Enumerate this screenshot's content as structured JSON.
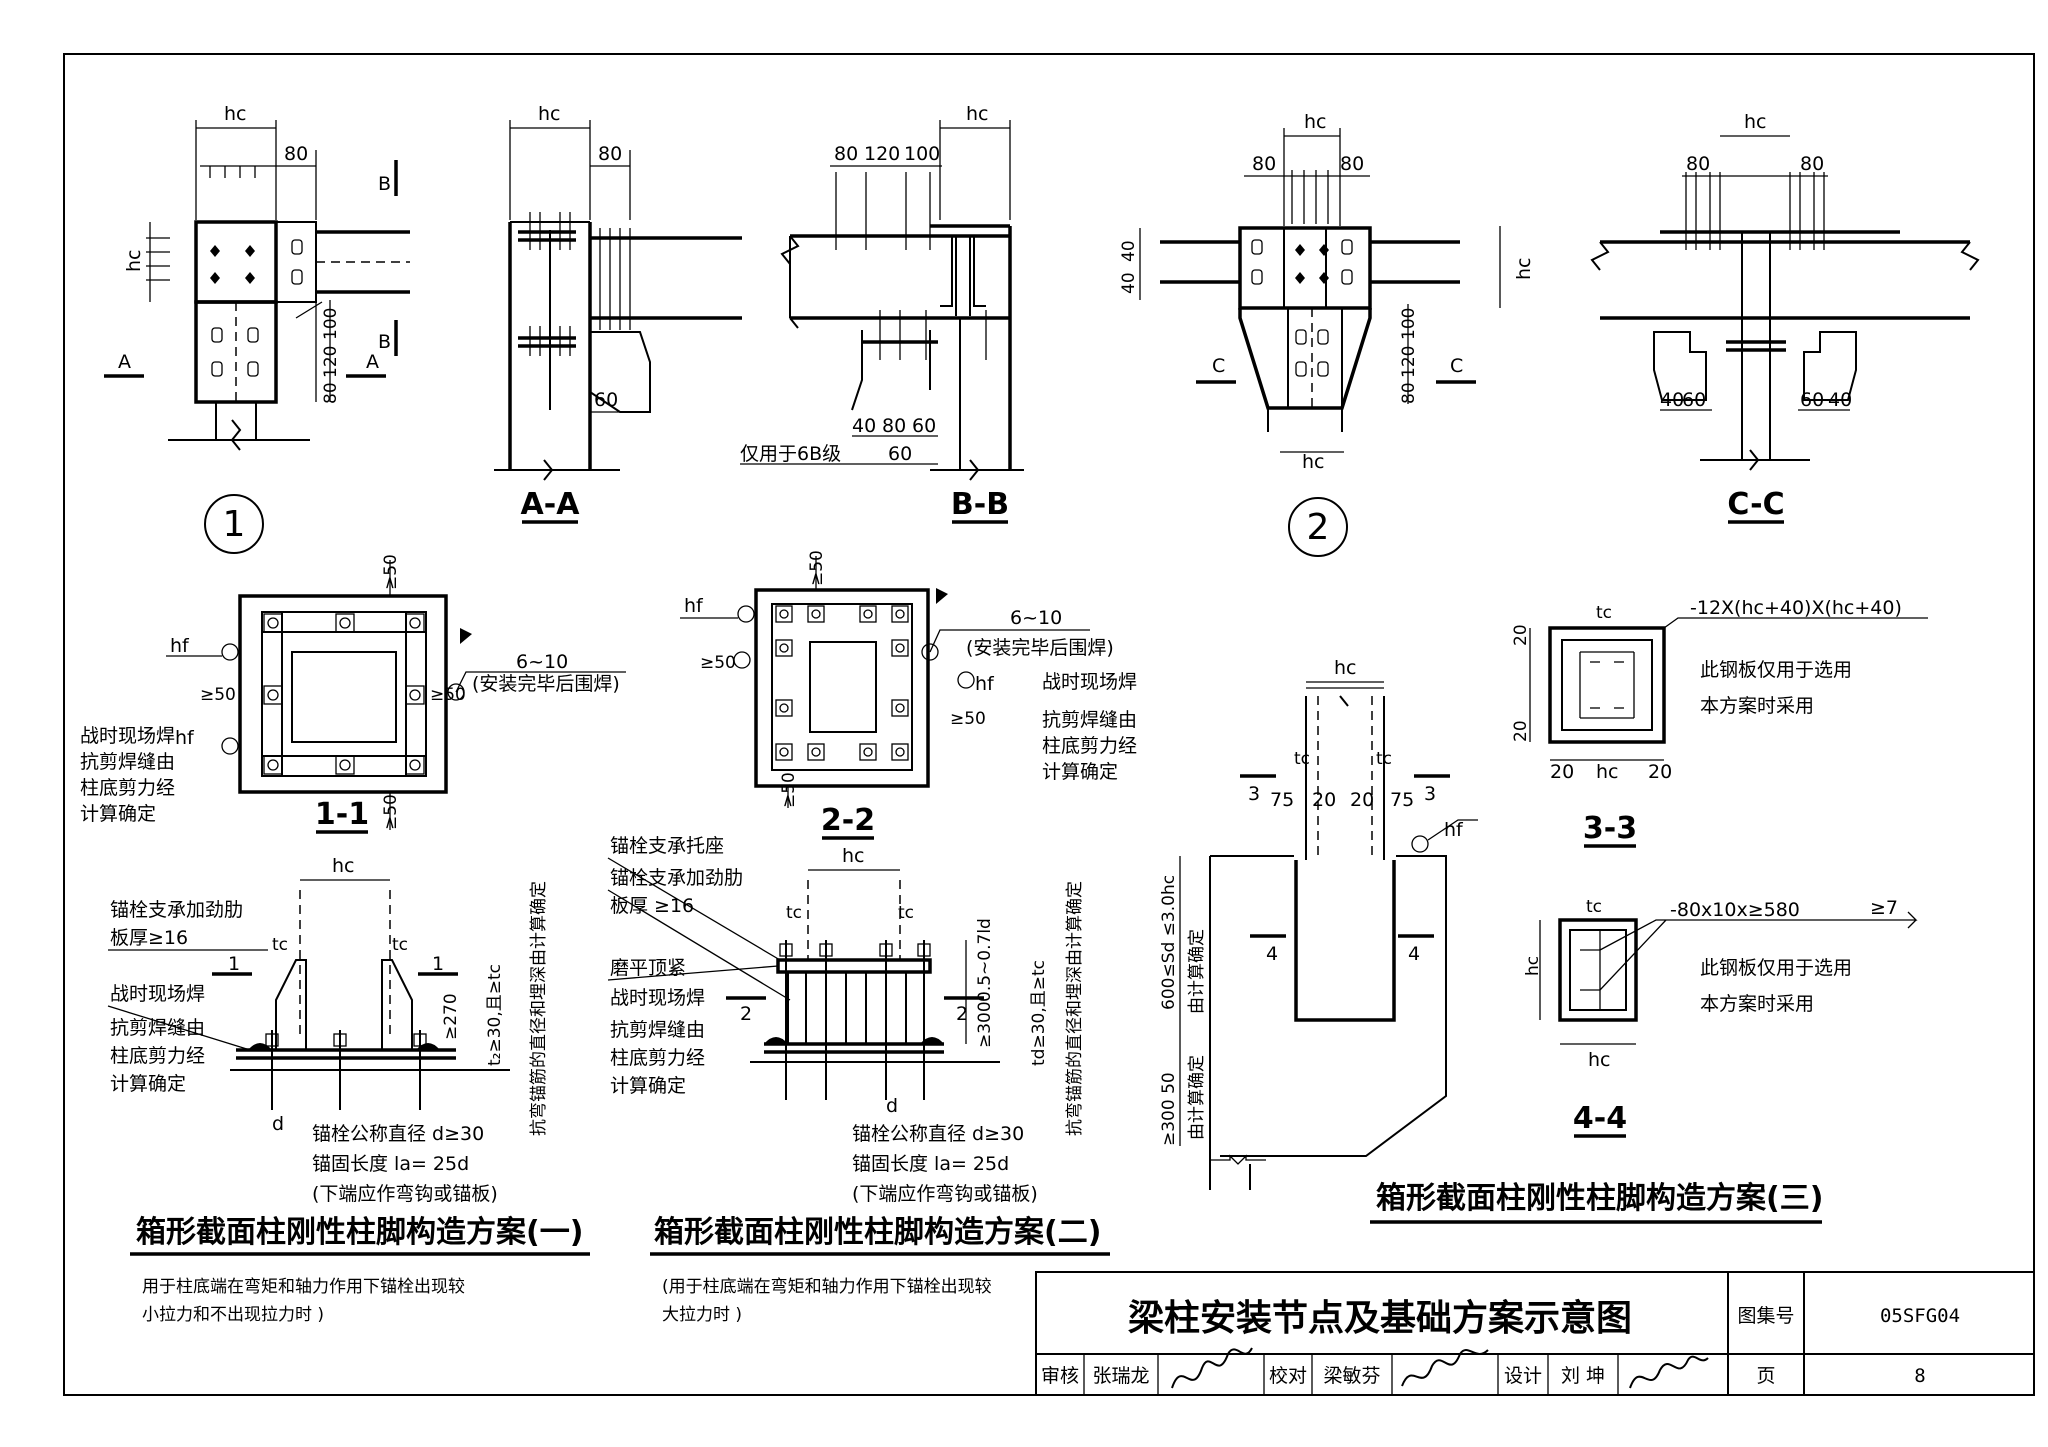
{
  "sheet": {
    "title": "梁柱安装节点及基础方案示意图",
    "atlas_label": "图集号",
    "atlas_no": "05SFG04",
    "page_label": "页",
    "page_no": "8",
    "review_label": "审核",
    "reviewer": "张瑞龙",
    "check_label": "校对",
    "checker": "梁敏芬",
    "design_label": "设计",
    "designer": "刘 坤"
  },
  "detail1": {
    "mark": "1",
    "hc": "hc",
    "dim80": "80",
    "dims_v": [
      "100",
      "120",
      "80"
    ],
    "cut_a": "A",
    "cut_b": "B"
  },
  "sectionAA": {
    "label": "A-A",
    "hc": "hc",
    "dim80": "80",
    "dim60": "60"
  },
  "sectionBB": {
    "label": "B-B",
    "hc": "hc",
    "dims_top": [
      "80",
      "120",
      "100"
    ],
    "dims_bot": [
      "40",
      "80",
      "60"
    ],
    "dim60": "60",
    "note": "仅用于6B级"
  },
  "detail2": {
    "mark": "2",
    "hc": "hc",
    "dim80a": "80",
    "dim80b": "80",
    "dims_left": [
      "40",
      "40"
    ],
    "dims_v": [
      "100",
      "120",
      "80"
    ],
    "cut_c": "C"
  },
  "sectionCC": {
    "label": "C-C",
    "hc": "hc",
    "dim80a": "80",
    "dim80b": "80",
    "dims_bl": [
      "40",
      "60"
    ],
    "dims_br": [
      "60",
      "40"
    ]
  },
  "sec11": {
    "label": "1-1",
    "hf": "hf",
    "ge50": "≥50",
    "weld_dim": "6~10",
    "weld_note": "(安装完毕后围焊)",
    "notes": [
      "战时现场焊",
      "抗剪焊缝由",
      "柱底剪力经",
      "计算确定"
    ]
  },
  "sec22": {
    "label": "2-2",
    "hf": "hf",
    "ge50": "≥50",
    "weld_dim": "6~10",
    "weld_note": "(安装完毕后围焊)",
    "notes": [
      "战时现场焊",
      "抗剪焊缝由",
      "柱底剪力经",
      "计算确定"
    ]
  },
  "sec33": {
    "label": "3-3",
    "plate": "-12X(hc+40)X(hc+40)",
    "note1": "此钢板仅用于选用",
    "note2": "本方案时采用",
    "d20": "20",
    "hc": "hc",
    "tc": "tc"
  },
  "sec44": {
    "label": "4-4",
    "plate": "-80x10x≥580",
    "weld": "≥7",
    "note1": "此钢板仅用于选用",
    "note2": "本方案时采用",
    "hc": "hc",
    "tc": "tc"
  },
  "scheme1": {
    "title": "箱形截面柱刚性柱脚构造方案(一)",
    "desc1": "用于柱底端在弯矩和轴力作用下锚栓出现较",
    "desc2": "小拉力和不出现拉力时 )",
    "labels": [
      "锚栓支承加劲肋",
      "板厚≥16",
      "战时现场焊",
      "抗剪焊缝由",
      "柱底剪力经",
      "计算确定"
    ],
    "hc": "hc",
    "tc": "tc",
    "dim270": "≥270",
    "dim_t": "t₂≥30,且≥tc",
    "side": "抗弯锚筋的直径和埋深由计算确定",
    "bolt1": "锚栓公称直径 d≥30",
    "bolt2": "锚固长度 la= 25d",
    "bolt3": "(下端应作弯钩或锚板)",
    "cut": "1",
    "d": "d"
  },
  "scheme2": {
    "title": "箱形截面柱刚性柱脚构造方案(二)",
    "desc1": "(用于柱底端在弯矩和轴力作用下锚栓出现较",
    "desc2": "大拉力时 )",
    "labels": [
      "锚栓支承托座",
      "锚栓支承加劲肋",
      "板厚 ≥16",
      "磨平顶紧",
      "战时现场焊",
      "抗剪焊缝由",
      "柱底剪力经",
      "计算确定"
    ],
    "hc": "hc",
    "tc": "tc",
    "dim_a": "0.5~0.7ld",
    "dim300": "≥300",
    "dim_t": "td≥30,且≥tc",
    "side": "抗弯锚筋的直径和埋深由计算确定",
    "bolt1": "锚栓公称直径 d≥30",
    "bolt2": "锚固长度 la= 25d",
    "bolt3": "(下端应作弯钩或锚板)",
    "cut": "2",
    "d": "d"
  },
  "scheme3": {
    "title": "箱形截面柱刚性柱脚构造方案(三)",
    "hc": "hc",
    "tc": "tc",
    "dims": [
      "75",
      "20",
      "20",
      "75"
    ],
    "cut3": "3",
    "cut4": "4",
    "hf": "hf",
    "vert1": "600≤Sd ≤3.0hc",
    "vert1b": "由计算确定",
    "vert2": "≥300 50",
    "vert2b": "由计算确定"
  }
}
